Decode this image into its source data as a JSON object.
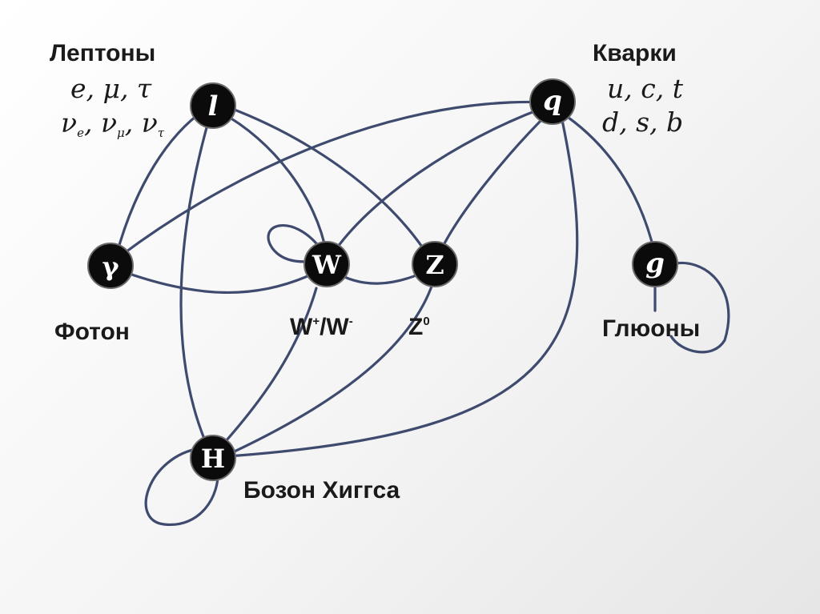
{
  "labels": {
    "leptons": "Лептоны",
    "quarks": "Кварки",
    "photon": "Фотон",
    "w_boson": "W",
    "w_boson_sup1": "+",
    "w_boson_sep": "/W",
    "w_boson_sup2": "-",
    "z_boson": "Z",
    "z_boson_sup": "0",
    "gluons": "Глюоны",
    "higgs": "Бозон Хиггса"
  },
  "lepton_formula": {
    "line1": "e, μ, τ",
    "nu": "ν",
    "sub_e": "e",
    "sub_mu": "μ",
    "sub_tau": "τ",
    "sep": ", "
  },
  "quark_formula": {
    "line1": "u, c, t",
    "line2": "d, s, b"
  },
  "nodes": [
    {
      "id": "l",
      "symbol": "l"
    },
    {
      "id": "q",
      "symbol": "q"
    },
    {
      "id": "gamma",
      "symbol": "γ"
    },
    {
      "id": "W",
      "symbol": "W"
    },
    {
      "id": "Z",
      "symbol": "Z"
    },
    {
      "id": "g",
      "symbol": "g"
    },
    {
      "id": "H",
      "symbol": "H"
    }
  ],
  "edges": [
    {
      "from": "l",
      "to": "gamma"
    },
    {
      "from": "l",
      "to": "W"
    },
    {
      "from": "l",
      "to": "Z"
    },
    {
      "from": "l",
      "to": "H"
    },
    {
      "from": "q",
      "to": "gamma"
    },
    {
      "from": "q",
      "to": "W"
    },
    {
      "from": "q",
      "to": "Z"
    },
    {
      "from": "q",
      "to": "g"
    },
    {
      "from": "q",
      "to": "H"
    },
    {
      "from": "gamma",
      "to": "W"
    },
    {
      "from": "W",
      "to": "Z"
    },
    {
      "from": "W",
      "to": "W"
    },
    {
      "from": "W",
      "to": "H"
    },
    {
      "from": "Z",
      "to": "H"
    },
    {
      "from": "g",
      "to": "g"
    },
    {
      "from": "H",
      "to": "H"
    }
  ],
  "colors": {
    "edge": "#3e4a6e",
    "node": "#0b0b0b",
    "text": "#1a1a1a"
  }
}
